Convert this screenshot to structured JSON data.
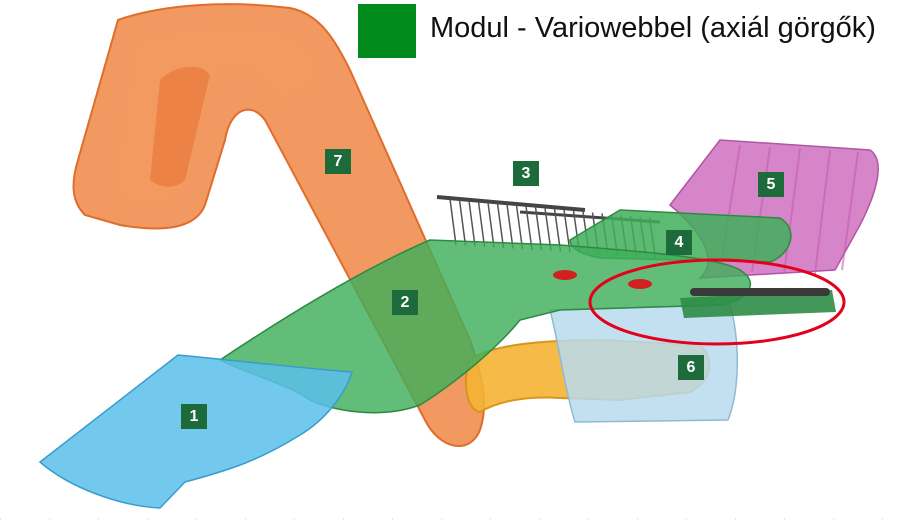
{
  "legend": {
    "label": "Modul - Variowebbel (axiál görgők)",
    "swatch_color": "#008b1c"
  },
  "modules": [
    {
      "number": "1",
      "color": "#5bc0ea"
    },
    {
      "number": "2",
      "color": "#3fae5a"
    },
    {
      "number": "3",
      "color": "#555555"
    },
    {
      "number": "4",
      "color": "#3fae5a"
    },
    {
      "number": "5",
      "color": "#d070c0"
    },
    {
      "number": "6",
      "color": "#f5b234"
    },
    {
      "number": "7",
      "color": "#f08a4b"
    }
  ],
  "highlight": {
    "color": "#e3001b",
    "target": "axial-rollers"
  }
}
